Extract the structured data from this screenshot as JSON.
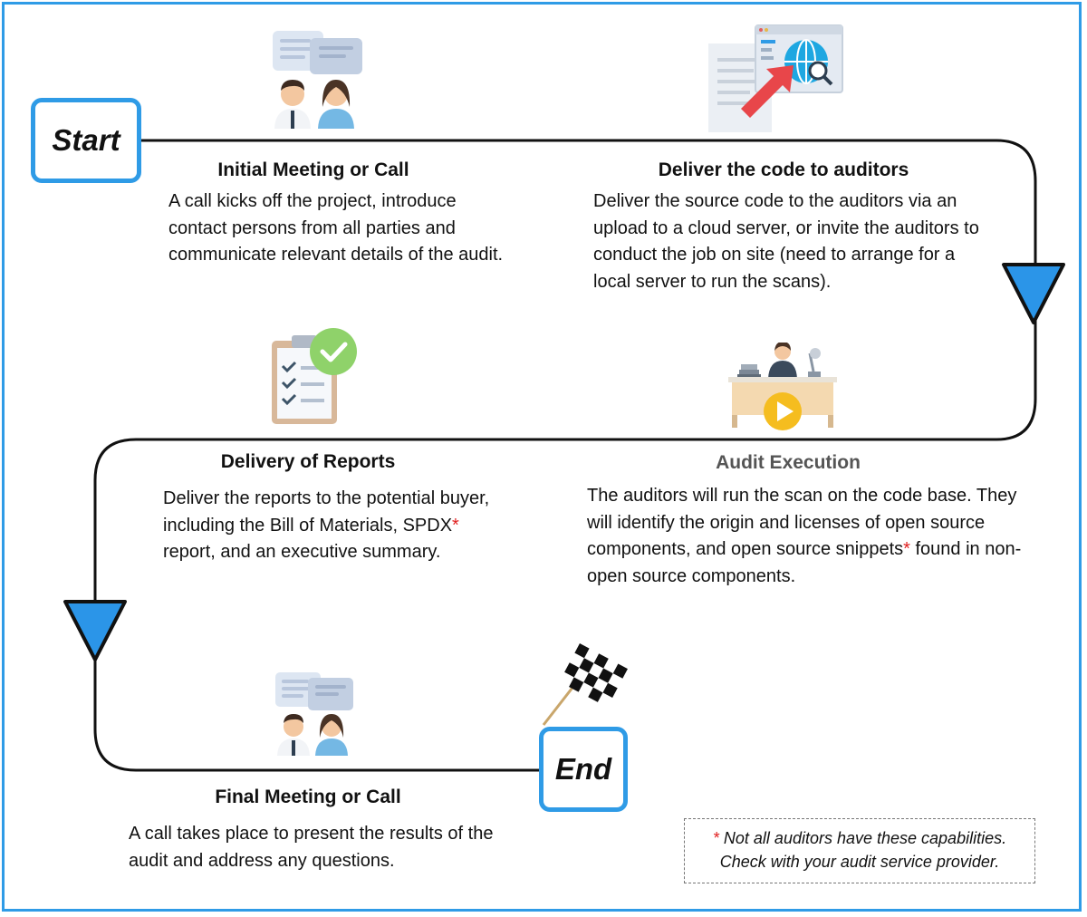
{
  "terminals": {
    "start": "Start",
    "end": "End"
  },
  "steps": {
    "initial_meeting": {
      "title": "Initial Meeting or Call",
      "body": "A call kicks off the project, introduce contact persons from all parties and communicate relevant details of the audit."
    },
    "deliver_code": {
      "title": "Deliver the code to auditors",
      "body": "Deliver the source code to the auditors via an upload to a cloud server, or invite the auditors to conduct the job on site (need to arrange for a local server to run the scans)."
    },
    "delivery_reports": {
      "title": "Delivery of Reports",
      "body_before": "Deliver the reports to the potential buyer, including the Bill of Materials, SPDX",
      "body_after": " report, and an executive summary."
    },
    "audit_execution": {
      "title": "Audit Execution",
      "body_before": "The auditors will run the scan on the code base. They will identify the origin and licenses of open source components, and open source snippets",
      "body_after": " found in non-open source components."
    },
    "final_meeting": {
      "title": "Final Meeting or Call",
      "body": "A call takes place to present the results of the audit and address any questions."
    }
  },
  "footnote": {
    "star": "*",
    "line1": " Not all auditors have these capabilities.",
    "line2": "Check with your audit service provider."
  },
  "icons": {
    "meeting_top": "meeting-icon",
    "upload": "upload-code-icon",
    "checklist": "checklist-icon",
    "audit_desk": "audit-desk-icon",
    "meeting_bottom": "meeting-icon",
    "flag": "checkered-flag-icon"
  },
  "colors": {
    "accent": "#2f9be6",
    "star": "#e02020",
    "triangle": "#2b95e8"
  }
}
